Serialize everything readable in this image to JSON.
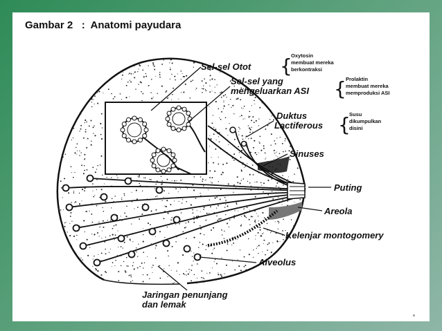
{
  "title": {
    "figure": "Gambar 2",
    "separator": ":",
    "text": "Anatomi payudara"
  },
  "labels": {
    "sel_otot": "Sel-sel Otot",
    "sel_asi_1": "Sel-sel yang",
    "sel_asi_2": "mengeluarkan ASI",
    "duktus_1": "Duktus",
    "duktus_2": "Lactiferous",
    "sinuses": "Sinuses",
    "puting": "Puting",
    "areola": "Areola",
    "kelenjar": "Kelenjar montogomery",
    "alveolus": "Alveolus",
    "jaringan_1": "Jaringan penunjang",
    "jaringan_2": "dan lemak"
  },
  "notes": {
    "oxytosin": [
      "Oxytosin",
      "membuat mereka",
      "berkontraksi"
    ],
    "prolaktin": [
      "Prolaktin",
      "membuat mereka",
      "memproduksi ASI"
    ],
    "susu": [
      "Susu",
      "dikumpulkan",
      "disini"
    ]
  },
  "colors": {
    "background": "#2e8b57",
    "ink": "#111111",
    "slide": "#ffffff"
  }
}
